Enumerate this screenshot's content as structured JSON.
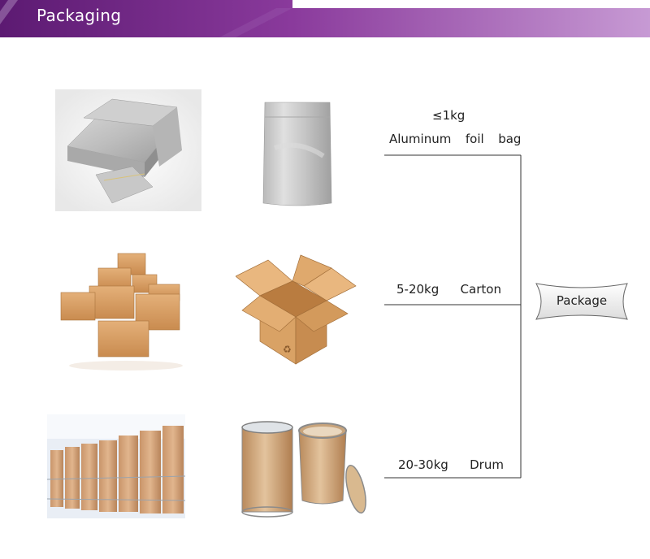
{
  "header": {
    "title": "Packaging",
    "gradient_start": "#5c1a72",
    "gradient_mid": "#8a3a9c",
    "gradient_end": "#c79ad4"
  },
  "options": [
    {
      "weight": "≤1kg",
      "name": "Aluminum  foil  bag"
    },
    {
      "label": "5-20kg   Carton"
    },
    {
      "label": "20-30kg   Drum"
    }
  ],
  "badge": {
    "label": "Package"
  },
  "images": [
    {
      "icon": "foil-bags-stack-image"
    },
    {
      "icon": "foil-pouch-image"
    },
    {
      "icon": "carton-boxes-pile-image"
    },
    {
      "icon": "open-carton-box-image"
    },
    {
      "icon": "warehouse-drums-image"
    },
    {
      "icon": "fiber-drum-image"
    }
  ]
}
